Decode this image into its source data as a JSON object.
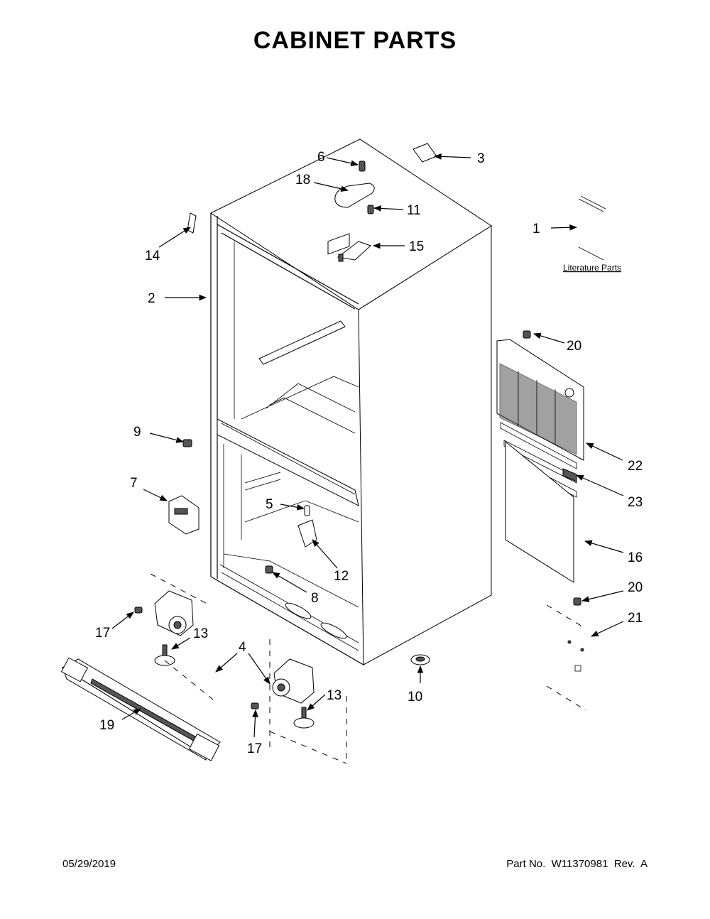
{
  "title": "CABINET PARTS",
  "footer": {
    "date": "05/29/2019",
    "part_info": "Part No.  W11370981  Rev.  A"
  },
  "literature_label": "Literature Parts",
  "callouts": [
    {
      "id": "c1",
      "label": "1"
    },
    {
      "id": "c2",
      "label": "2"
    },
    {
      "id": "c3",
      "label": "3"
    },
    {
      "id": "c4",
      "label": "4"
    },
    {
      "id": "c5",
      "label": "5"
    },
    {
      "id": "c6",
      "label": "6"
    },
    {
      "id": "c7",
      "label": "7"
    },
    {
      "id": "c8",
      "label": "8"
    },
    {
      "id": "c9",
      "label": "9"
    },
    {
      "id": "c10",
      "label": "10"
    },
    {
      "id": "c11",
      "label": "11"
    },
    {
      "id": "c12",
      "label": "12"
    },
    {
      "id": "c13a",
      "label": "13"
    },
    {
      "id": "c13b",
      "label": "13"
    },
    {
      "id": "c14",
      "label": "14"
    },
    {
      "id": "c15",
      "label": "15"
    },
    {
      "id": "c16",
      "label": "16"
    },
    {
      "id": "c17a",
      "label": "17"
    },
    {
      "id": "c17b",
      "label": "17"
    },
    {
      "id": "c18",
      "label": "18"
    },
    {
      "id": "c19",
      "label": "19"
    },
    {
      "id": "c20a",
      "label": "20"
    },
    {
      "id": "c20b",
      "label": "20"
    },
    {
      "id": "c21",
      "label": "21"
    },
    {
      "id": "c22",
      "label": "22"
    },
    {
      "id": "c23",
      "label": "23"
    }
  ]
}
